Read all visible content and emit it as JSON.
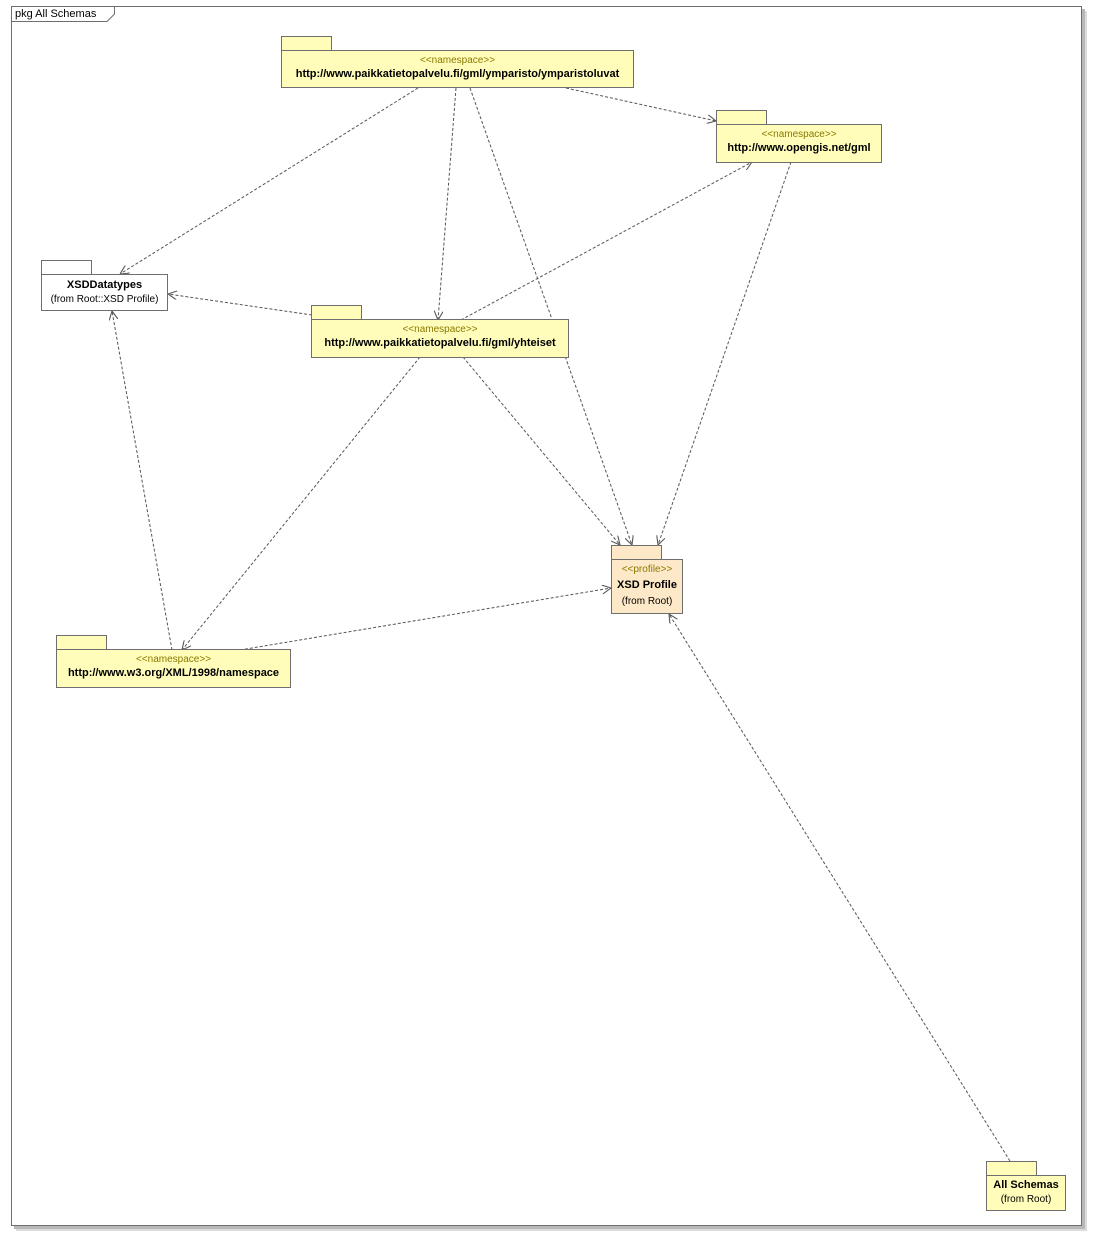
{
  "diagram": {
    "frame_label": "pkg All Schemas",
    "packages": {
      "ymparistoluvat": {
        "stereotype": "<<namespace>>",
        "name": "http://www.paikkatietopalvelu.fi/gml/ymparisto/ymparistoluvat"
      },
      "gml": {
        "stereotype": "<<namespace>>",
        "name": "http://www.opengis.net/gml"
      },
      "xsddatatypes": {
        "name": "XSDDatatypes",
        "from": "(from Root::XSD Profile)"
      },
      "yhteiset": {
        "stereotype": "<<namespace>>",
        "name": "http://www.paikkatietopalvelu.fi/gml/yhteiset"
      },
      "xsdprofile": {
        "stereotype": "<<profile>>",
        "name": "XSD Profile",
        "from": "(from Root)"
      },
      "xmlnamespace": {
        "stereotype": "<<namespace>>",
        "name": "http://www.w3.org/XML/1998/namespace"
      },
      "allschemas": {
        "name": "All Schemas",
        "from": "(from Root)"
      }
    },
    "colors": {
      "namespace_fill": "#fffdb9",
      "profile_fill": "#fde8c8",
      "stereotype_text": "#8a7a00",
      "edge": "#555555"
    }
  }
}
